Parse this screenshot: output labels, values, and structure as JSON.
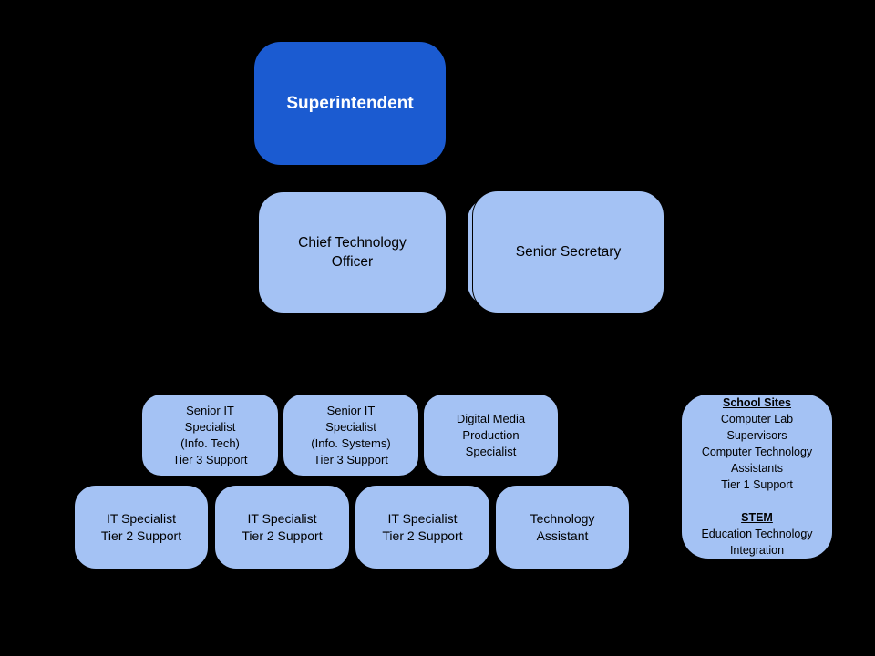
{
  "page": {
    "background": "#000000"
  },
  "colors": {
    "root_box_fill": "#1b5bd1",
    "root_box_text": "#ffffff",
    "child_box_fill": "#a4c2f4",
    "child_box_text": "#000000"
  },
  "chart_data": {
    "type": "org-chart",
    "nodes": {
      "superintendent": {
        "label": "Superintendent"
      },
      "cto": {
        "label": "Chief Technology\nOfficer"
      },
      "senior_secretary": {
        "label": "Senior Secretary"
      },
      "senior_it_tech": {
        "label": "Senior IT\nSpecialist\n(Info. Tech)\nTier 3 Support"
      },
      "senior_it_systems": {
        "label": "Senior IT\nSpecialist\n(Info. Systems)\nTier 3 Support"
      },
      "digital_media": {
        "label": "Digital Media\nProduction\nSpecialist"
      },
      "it_specialist_1": {
        "label": "IT Specialist\nTier 2 Support"
      },
      "it_specialist_2": {
        "label": "IT Specialist\nTier 2 Support"
      },
      "it_specialist_3": {
        "label": "IT Specialist\nTier 2 Support"
      },
      "technology_assistant": {
        "label": "Technology\nAssistant"
      },
      "school_sites": {
        "heading1": "School Sites",
        "body1": "Computer Lab\nSupervisors\nComputer Technology\nAssistants\nTier 1 Support",
        "heading2": "STEM",
        "body2": "Education Technology\nIntegration"
      }
    }
  }
}
